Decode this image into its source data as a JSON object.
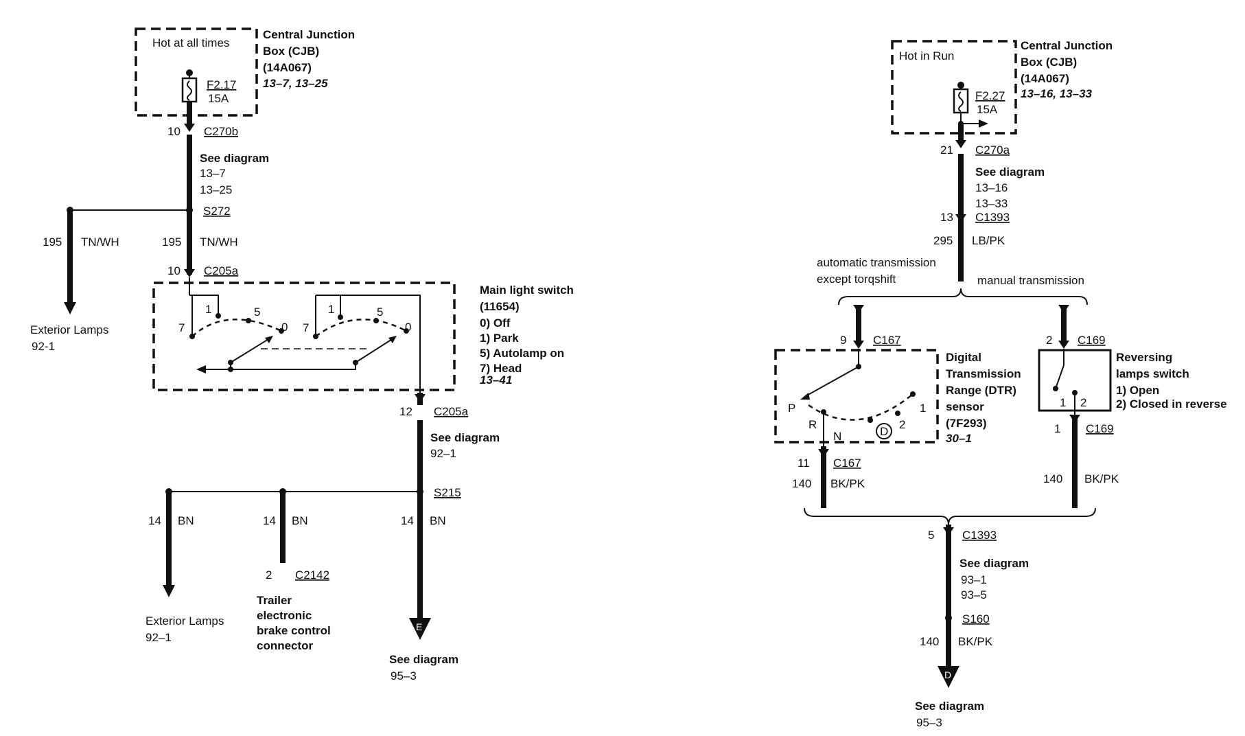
{
  "left": {
    "cjb": {
      "hot_label": "Hot at all times",
      "title_lines": [
        "Central Junction",
        "Box (CJB)",
        "(14A067)"
      ],
      "refs": "13–7, 13–25",
      "fuse": "F2.17",
      "amps": "15A"
    },
    "c270b": {
      "pin": "10",
      "name": "C270b"
    },
    "see1": {
      "title": "See diagram",
      "refs": [
        "13–7",
        "13–25"
      ]
    },
    "s272": "S272",
    "branch_wire": {
      "circuit": "195",
      "color": "TN/WH"
    },
    "main_wire": {
      "circuit": "195",
      "color": "TN/WH"
    },
    "ext_lamps_1": {
      "title": "Exterior Lamps",
      "ref": "92-1"
    },
    "c205a_top": {
      "pin": "10",
      "name": "C205a"
    },
    "switch": {
      "title_lines": [
        "Main light switch",
        "(11654)",
        "0) Off",
        "1) Park",
        "5) Autolamp on",
        "7) Head"
      ],
      "ref": "13–41",
      "positions_left": [
        "7",
        "1",
        "5",
        "0"
      ],
      "positions_right": [
        "7",
        "1",
        "5",
        "0"
      ]
    },
    "c205a_bottom": {
      "pin": "12",
      "name": "C205a"
    },
    "see2": {
      "title": "See diagram",
      "ref": "92–1"
    },
    "s215": "S215",
    "wire_a": {
      "circuit": "14",
      "color": "BN"
    },
    "wire_b": {
      "circuit": "14",
      "color": "BN"
    },
    "wire_c": {
      "circuit": "14",
      "color": "BN"
    },
    "c2142": {
      "pin": "2",
      "name": "C2142"
    },
    "ext_lamps_2": {
      "title": "Exterior Lamps",
      "ref": "92–1"
    },
    "trailer": {
      "lines": [
        "Trailer",
        "electronic",
        "brake control",
        "connector"
      ]
    },
    "offpage": {
      "letter": "E",
      "title": "See diagram",
      "ref": "95–3"
    }
  },
  "right": {
    "cjb": {
      "hot_label": "Hot in Run",
      "title_lines": [
        "Central Junction",
        "Box (CJB)",
        "(14A067)"
      ],
      "refs": "13–16, 13–33",
      "fuse": "F2.27",
      "amps": "15A"
    },
    "c270a": {
      "pin": "21",
      "name": "C270a"
    },
    "see1": {
      "title": "See diagram",
      "refs": [
        "13–16",
        "13–33"
      ]
    },
    "c1393_top": {
      "pin": "13",
      "name": "C1393"
    },
    "wire_295": {
      "circuit": "295",
      "color": "LB/PK"
    },
    "auto_label": [
      "automatic transmission",
      "except torqshift"
    ],
    "manual_label": "manual transmission",
    "c167_top": {
      "pin": "9",
      "name": "C167"
    },
    "c169_top": {
      "pin": "2",
      "name": "C169"
    },
    "dtr": {
      "title_lines": [
        "Digital",
        "Transmission",
        "Range (DTR)",
        "sensor",
        "(7F293)"
      ],
      "ref": "30–1",
      "pos": [
        "P",
        "R",
        "N",
        "D",
        "2",
        "1"
      ]
    },
    "rev": {
      "title_lines": [
        "Reversing",
        "lamps switch",
        "1) Open",
        "2) Closed in reverse"
      ],
      "pins": [
        "1",
        "2"
      ]
    },
    "c167_bottom": {
      "pin": "11",
      "name": "C167"
    },
    "c169_bottom": {
      "pin": "1",
      "name": "C169"
    },
    "wire_dtr": {
      "circuit": "140",
      "color": "BK/PK"
    },
    "wire_rev": {
      "circuit": "140",
      "color": "BK/PK"
    },
    "c1393_bottom": {
      "pin": "5",
      "name": "C1393"
    },
    "see2": {
      "title": "See diagram",
      "refs": [
        "93–1",
        "93–5"
      ]
    },
    "s160": "S160",
    "wire_final": {
      "circuit": "140",
      "color": "BK/PK"
    },
    "offpage": {
      "letter": "D",
      "title": "See diagram",
      "ref": "95–3"
    }
  }
}
